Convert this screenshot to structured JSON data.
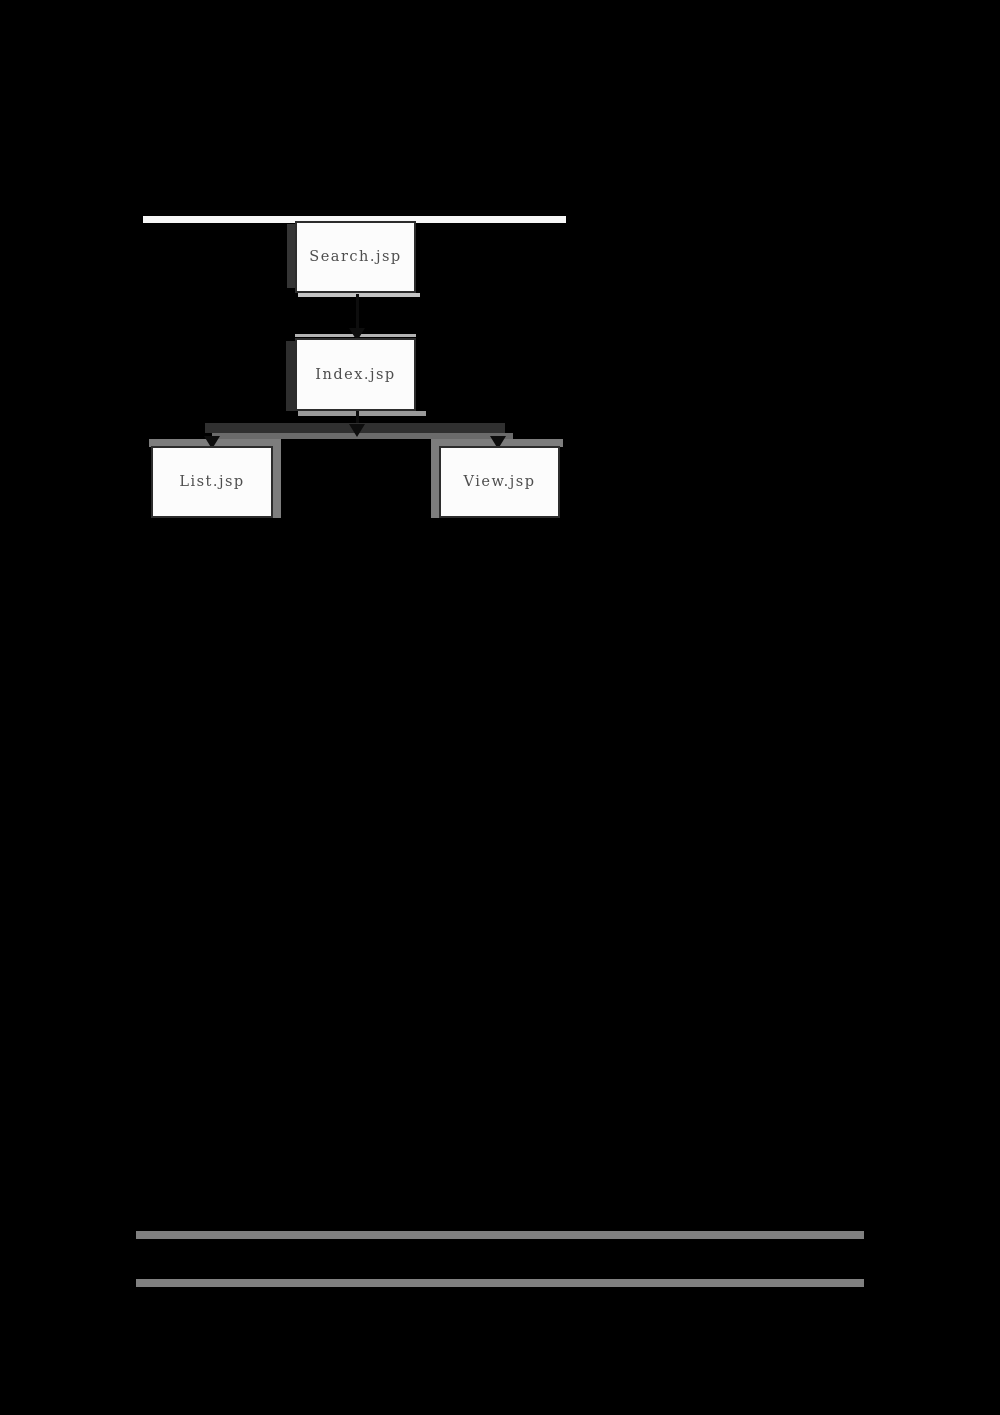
{
  "page": {
    "description": "Inverted scanned document page showing a JSP page-flow diagram",
    "background": "#000000"
  },
  "diagram": {
    "nodes": [
      {
        "id": "search",
        "label": "Search.jsp"
      },
      {
        "id": "index",
        "label": "Index.jsp"
      },
      {
        "id": "list",
        "label": "List.jsp"
      },
      {
        "id": "view",
        "label": "View.jsp"
      }
    ],
    "edges": [
      {
        "from": "Search.jsp",
        "to": "Index.jsp",
        "style": "arrow-down"
      },
      {
        "from": "Index.jsp",
        "to": "List.jsp",
        "style": "arrow-down-branch"
      },
      {
        "from": "Index.jsp",
        "to": "View.jsp",
        "style": "arrow-down-branch"
      }
    ]
  },
  "rules": {
    "top_rule": "white horizontal rule above diagram",
    "footer_rules": "two gray horizontal rules near page bottom"
  },
  "colors": {
    "background": "#000000",
    "node_fill": "#fcfcfc",
    "node_border": "#2d2d2d",
    "node_text": "#4e4e4e",
    "connector": "#303030",
    "arrow": "#0d0d0d",
    "shadow_gray": "#7d7d7d",
    "rule_white": "#f7f7f7",
    "rule_gray": "#808080"
  }
}
